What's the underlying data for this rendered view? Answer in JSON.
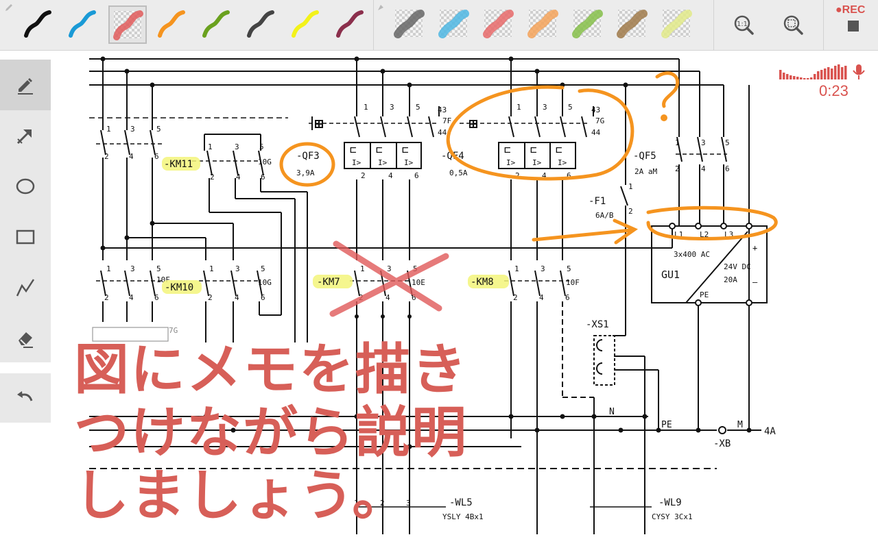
{
  "toolbar": {
    "pens": [
      {
        "name": "black-pen",
        "color": "#111111",
        "pattern": false
      },
      {
        "name": "blue-pen",
        "color": "#1a9ad6",
        "pattern": false
      },
      {
        "name": "red-pattern-pen",
        "color": "#e05a5a",
        "pattern": true,
        "selected": true
      },
      {
        "name": "orange-pen",
        "color": "#f5941f",
        "pattern": false
      },
      {
        "name": "green-pen",
        "color": "#6aa11e",
        "pattern": false
      },
      {
        "name": "dark-gray-pen",
        "color": "#444444",
        "pattern": false
      },
      {
        "name": "yellow-pen",
        "color": "#f3f21a",
        "pattern": false
      },
      {
        "name": "maroon-pen",
        "color": "#8b2f4c",
        "pattern": false
      }
    ],
    "highlighters": [
      {
        "name": "gray-highlighter",
        "color": "#666666"
      },
      {
        "name": "blue-highlighter",
        "color": "#4fb7e3"
      },
      {
        "name": "red-highlighter",
        "color": "#e86a6a"
      },
      {
        "name": "orange-highlighter",
        "color": "#f4a35a"
      },
      {
        "name": "green-highlighter",
        "color": "#86c04a"
      },
      {
        "name": "brown-highlighter",
        "color": "#a07a4a"
      },
      {
        "name": "light-yellow-highlighter",
        "color": "#e2ea8a"
      }
    ],
    "rec_label": "●REC"
  },
  "recording": {
    "timer": "0:23"
  },
  "caption": {
    "line1": "図にメモを描き",
    "line2": "つけながら説明",
    "line3": "しましょう。"
  },
  "diagram": {
    "labels": {
      "km11": "-KM11",
      "km10": "-KM10",
      "km7": "-KM7",
      "km8": "-KM8",
      "qf3": "-QF3",
      "qf3_rating": "3,9A",
      "qf4": "-QF4",
      "qf4_rating": "0,5A",
      "qf5": "-QF5",
      "qf5_rating": "2A aM",
      "f1": "-F1",
      "f1_rating": "6A/B",
      "gu1": "GU1",
      "gu1_in": "3x400 AC",
      "gu1_out1": "24V DC",
      "gu1_out2": "20A",
      "l1": "L1",
      "l2": "L2",
      "l3": "L3",
      "pe": "PE",
      "xs1": "-XS1",
      "pe_label": "PE",
      "n_label": "N",
      "m_label": "M",
      "xb": "-XB",
      "ref_4a": "4A",
      "wl5": "-WL5",
      "wl5_type": "YSLY 4Bx1",
      "wl9": "-WL9",
      "wl9_type": "CYSY 3Cx1",
      "ref_10g": "10G",
      "ref_10f": "10F",
      "ref_10e": "10E",
      "ref_7g": "7G",
      "ref_7f": "7F",
      "ref_43": "43",
      "ref_44": "44",
      "question": "?"
    }
  },
  "colors": {
    "accent": "#d9534f",
    "annotation_orange": "#f5941f",
    "highlight_yellow": "#f3f57a",
    "cross_red": "#e05a5a"
  }
}
